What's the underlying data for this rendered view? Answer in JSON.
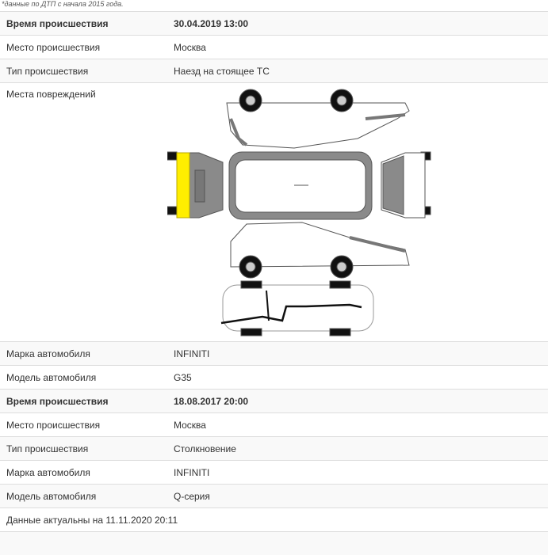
{
  "note": "*данные по ДТП с начала 2015 года.",
  "incidents": [
    {
      "time_label": "Время происшествия",
      "time": "30.04.2019 13:00",
      "place_label": "Место происшествия",
      "place": "Москва",
      "type_label": "Тип происшествия",
      "type": "Наезд на стоящее ТС",
      "damage_label": "Места повреждений",
      "damaged_zone": "rear-bumper",
      "make_label": "Марка автомобиля",
      "make": "INFINITI",
      "model_label": "Модель автомобиля",
      "model": "G35"
    },
    {
      "time_label": "Время происшествия",
      "time": "18.08.2017 20:00",
      "place_label": "Место происшествия",
      "place": "Москва",
      "type_label": "Тип происшествия",
      "type": "Столкновение",
      "make_label": "Марка автомобиля",
      "make": "INFINITI",
      "model_label": "Модель автомобиля",
      "model": "Q-серия"
    }
  ],
  "footer": "Данные актуальны на 11.11.2020 20:11",
  "colors": {
    "damage": "#ffee00",
    "body": "#8a8a8a"
  }
}
